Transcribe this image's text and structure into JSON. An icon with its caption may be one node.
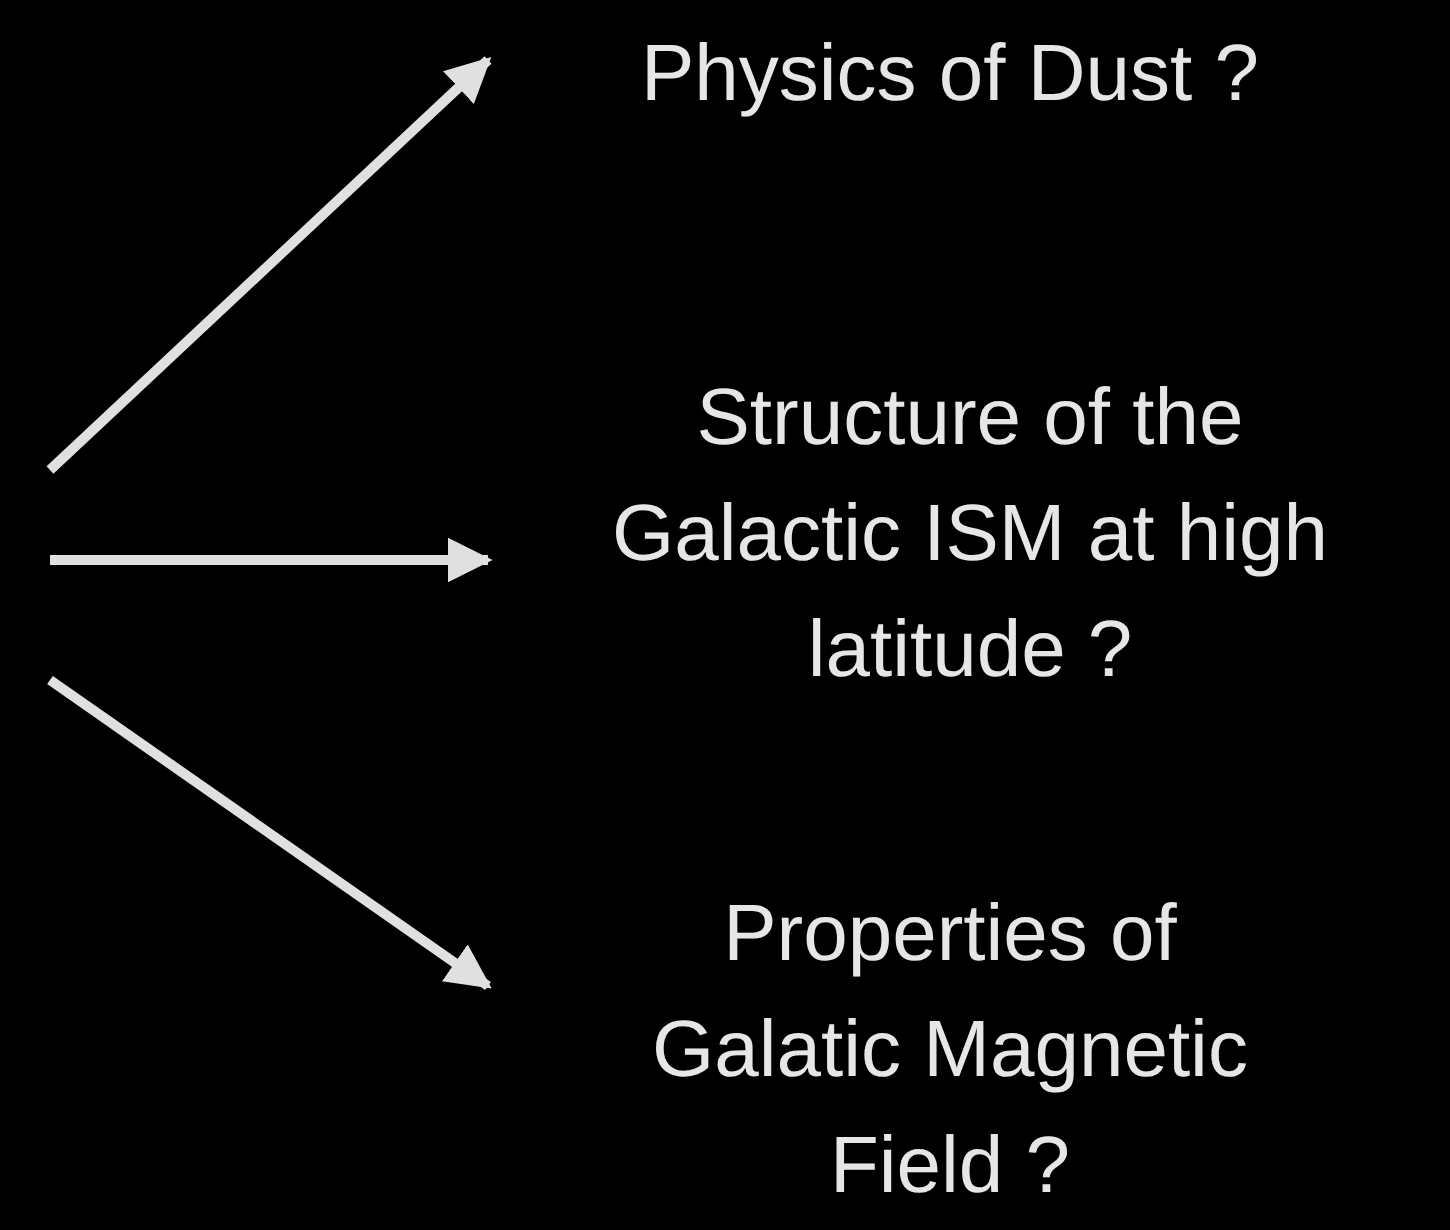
{
  "diagram": {
    "nodes": [
      {
        "text": [
          "Physics of Dust ?"
        ]
      },
      {
        "text": [
          "Structure of the Galactic ISM at high latitude ?"
        ]
      },
      {
        "text": [
          "Properties of Galatic Magnetic Field ?"
        ]
      }
    ],
    "edges": [
      {
        "from": null,
        "to": 0,
        "arrow": "to"
      },
      {
        "from": null,
        "to": 1,
        "arrow": "to"
      },
      {
        "from": null,
        "to": 2,
        "arrow": "to"
      }
    ]
  }
}
